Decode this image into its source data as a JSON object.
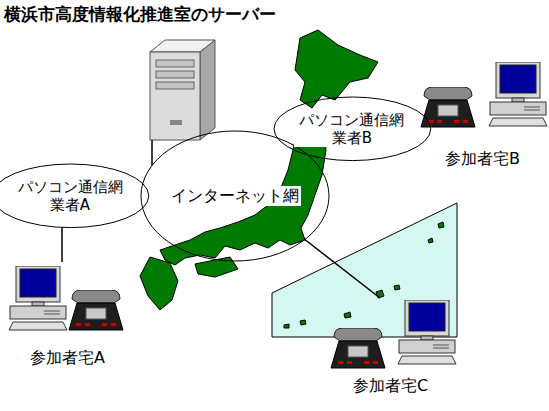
{
  "diagram": {
    "nodes": [
      {
        "text": [
          "横浜市高度情報化推進室のサーバー"
        ]
      },
      {
        "text": [
          "パソコン通信網 業者A"
        ]
      },
      {
        "text": [
          "インターネット網"
        ]
      },
      {
        "text": [
          "パソコン通信網 業者B"
        ]
      },
      {
        "text": [
          "参加者宅B"
        ]
      },
      {
        "text": [
          "参加者宅A"
        ]
      },
      {
        "text": [
          "参加者宅C"
        ]
      }
    ],
    "edges": [
      {
        "from": 0,
        "to": 2,
        "arrow": "none"
      },
      {
        "from": 1,
        "to": 5,
        "arrow": "none"
      },
      {
        "from": 2,
        "to": 6,
        "arrow": "none"
      }
    ]
  }
}
